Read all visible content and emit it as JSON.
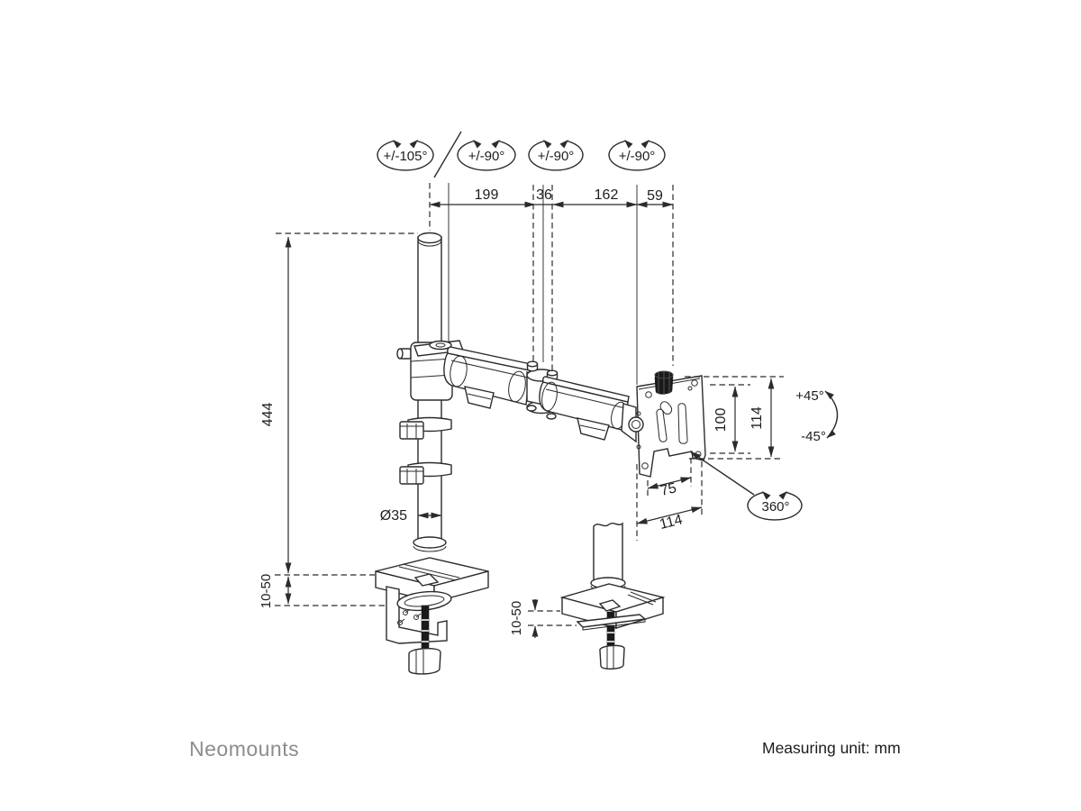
{
  "rotation_labels": {
    "pole_swivel": "+/-105°",
    "joint_1": "+/-90°",
    "joint_2": "+/-90°",
    "joint_3": "+/-90°",
    "tilt_up": "+45°",
    "tilt_down": "-45°",
    "rotation": "360°"
  },
  "dimension_labels": {
    "arm_segment_1": "199",
    "joint_width": "36",
    "arm_segment_2": "162",
    "vesa_offset": "59",
    "pole_height": "444",
    "pole_diameter": "Ø35",
    "vesa_vertical": "100",
    "plate_height": "114",
    "vesa_horizontal": "75",
    "plate_width": "114",
    "clamp_range_left": "10-50",
    "clamp_range_right": "10-50"
  },
  "footer": {
    "brand": "Neomounts",
    "unit_note": "Measuring unit: mm"
  },
  "colors": {
    "line": "#2b2b2b",
    "text": "#1d1d1d",
    "brand_gray": "#8c8c8c",
    "background": "#ffffff"
  }
}
